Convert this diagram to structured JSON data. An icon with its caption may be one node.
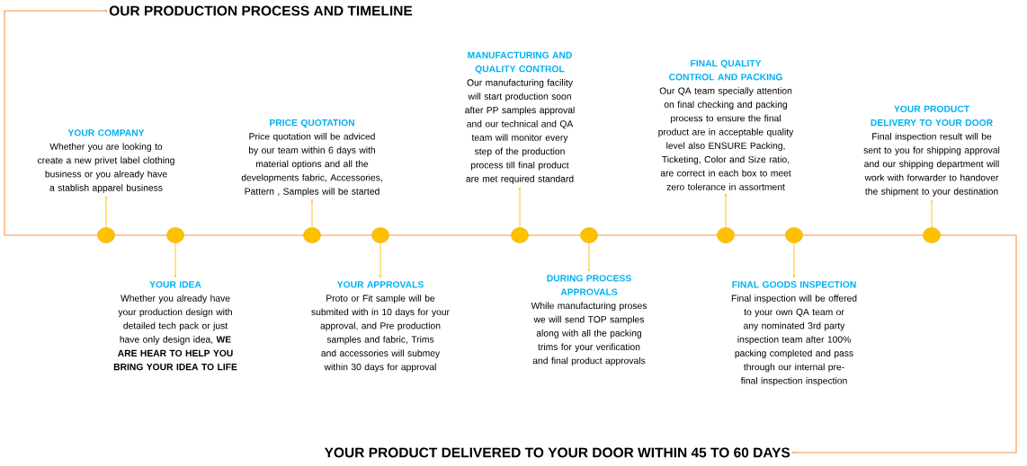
{
  "diagram": {
    "nodes": [
      {
        "text": [
          "OUR PRODUCTION PROCESS AND TIMELINE"
        ]
      },
      {
        "text": [],
        "shape": "circle"
      },
      {
        "text": [],
        "shape": "circle"
      },
      {
        "text": [],
        "shape": "circle"
      },
      {
        "text": [],
        "shape": "circle"
      },
      {
        "text": [],
        "shape": "circle"
      },
      {
        "text": [],
        "shape": "circle"
      },
      {
        "text": [],
        "shape": "circle"
      },
      {
        "text": [],
        "shape": "circle"
      },
      {
        "text": [],
        "shape": "circle"
      },
      {
        "text": [
          "YOUR COMPANY",
          "Whether you are  looking to create a new privet label clothing business  or you already have a stablish apparel business"
        ]
      },
      {
        "text": [
          "YOUR IDEA",
          "Whether you already have your production design with detailed tech pack or just have only design idea, **WE ARE HEAR TO HELP YOU BRING YOUR IDEA TO LIFE**"
        ]
      },
      {
        "text": [
          "PRICE QUOTATION",
          "Price quotation will be adviced by our team within 6 days  with material options and   all the developments  fabric, Accessories, Pattern , Samples  will be  started"
        ]
      },
      {
        "text": [
          "YOUR APPROVALS",
          "Proto or Fit sample will be submited with in 10 days for your approval,  and Pre production samples and fabric, Trims and accessories  will submey within 30 days for approval"
        ]
      },
      {
        "text": [
          "MANUFACTURING AND QUALITY CONTROL",
          "Our manufacturing facility will start production soon after PP samples approval and our technical and QA team will monitor every step of the production process till final product are met required standard"
        ]
      },
      {
        "text": [
          "DURING PROCESS APPROVALS",
          "While manufacturing proses we will send TOP samples along with all the packing trims for your verification and final product approvals"
        ]
      },
      {
        "text": [
          "FINAL QUALITY CONTROL AND PACKING",
          "Our QA team specially attention on final checking and packing process to ensure the final product are in acceptable quality level also ENSURE Packing, Ticketing, Color and Size ratio, are correct in each box to meet zero tolerance in assortment"
        ]
      },
      {
        "text": [
          "FINAL GOODS INSPECTION",
          "Final inspection will be offered to your own QA team or any nominated 3rd party inspection team after 100% packing completed and pass through our internal pre-final inspection inspection"
        ]
      },
      {
        "text": [
          "YOUR PRODUCT DELIVERY TO YOUR DOOR",
          "Final inspection result will be sent to you for shipping approval and our shipping department will work with forwarder to handover the shipment to your destination"
        ]
      },
      {
        "text": [
          "YOUR PRODUCT DELIVERED TO YOUR DOOR WITHIN 45 TO 60 DAYS"
        ]
      }
    ],
    "edges": [
      {
        "from": 1,
        "to": 2,
        "arrow": "none"
      },
      {
        "from": 2,
        "to": 3,
        "arrow": "none"
      },
      {
        "from": 3,
        "to": 4,
        "arrow": "none"
      },
      {
        "from": 4,
        "to": 5,
        "arrow": "none"
      },
      {
        "from": 5,
        "to": 6,
        "arrow": "none"
      },
      {
        "from": 6,
        "to": 7,
        "arrow": "none"
      },
      {
        "from": 7,
        "to": 8,
        "arrow": "none"
      },
      {
        "from": 8,
        "to": 9,
        "arrow": "none"
      },
      {
        "from": 1,
        "to": 0,
        "arrow": "to"
      },
      {
        "from": 9,
        "to": 19,
        "arrow": "to"
      },
      {
        "from": 1,
        "to": 10,
        "arrow": "to",
        "color": "#ffc000"
      },
      {
        "from": 2,
        "to": 11,
        "arrow": "to",
        "color": "#ffc000"
      },
      {
        "from": 3,
        "to": 12,
        "arrow": "to",
        "color": "#ffc000"
      },
      {
        "from": 4,
        "to": 13,
        "arrow": "to",
        "color": "#ffc000"
      },
      {
        "from": 5,
        "to": 14,
        "arrow": "to",
        "color": "#ffc000"
      },
      {
        "from": 6,
        "to": 15,
        "arrow": "to",
        "color": "#ffc000"
      },
      {
        "from": 7,
        "to": 16,
        "arrow": "to",
        "color": "#ffc000"
      },
      {
        "from": 8,
        "to": 17,
        "arrow": "to",
        "color": "#ffc000"
      },
      {
        "from": 9,
        "to": 18,
        "arrow": "to",
        "color": "#ffc000"
      }
    ]
  }
}
